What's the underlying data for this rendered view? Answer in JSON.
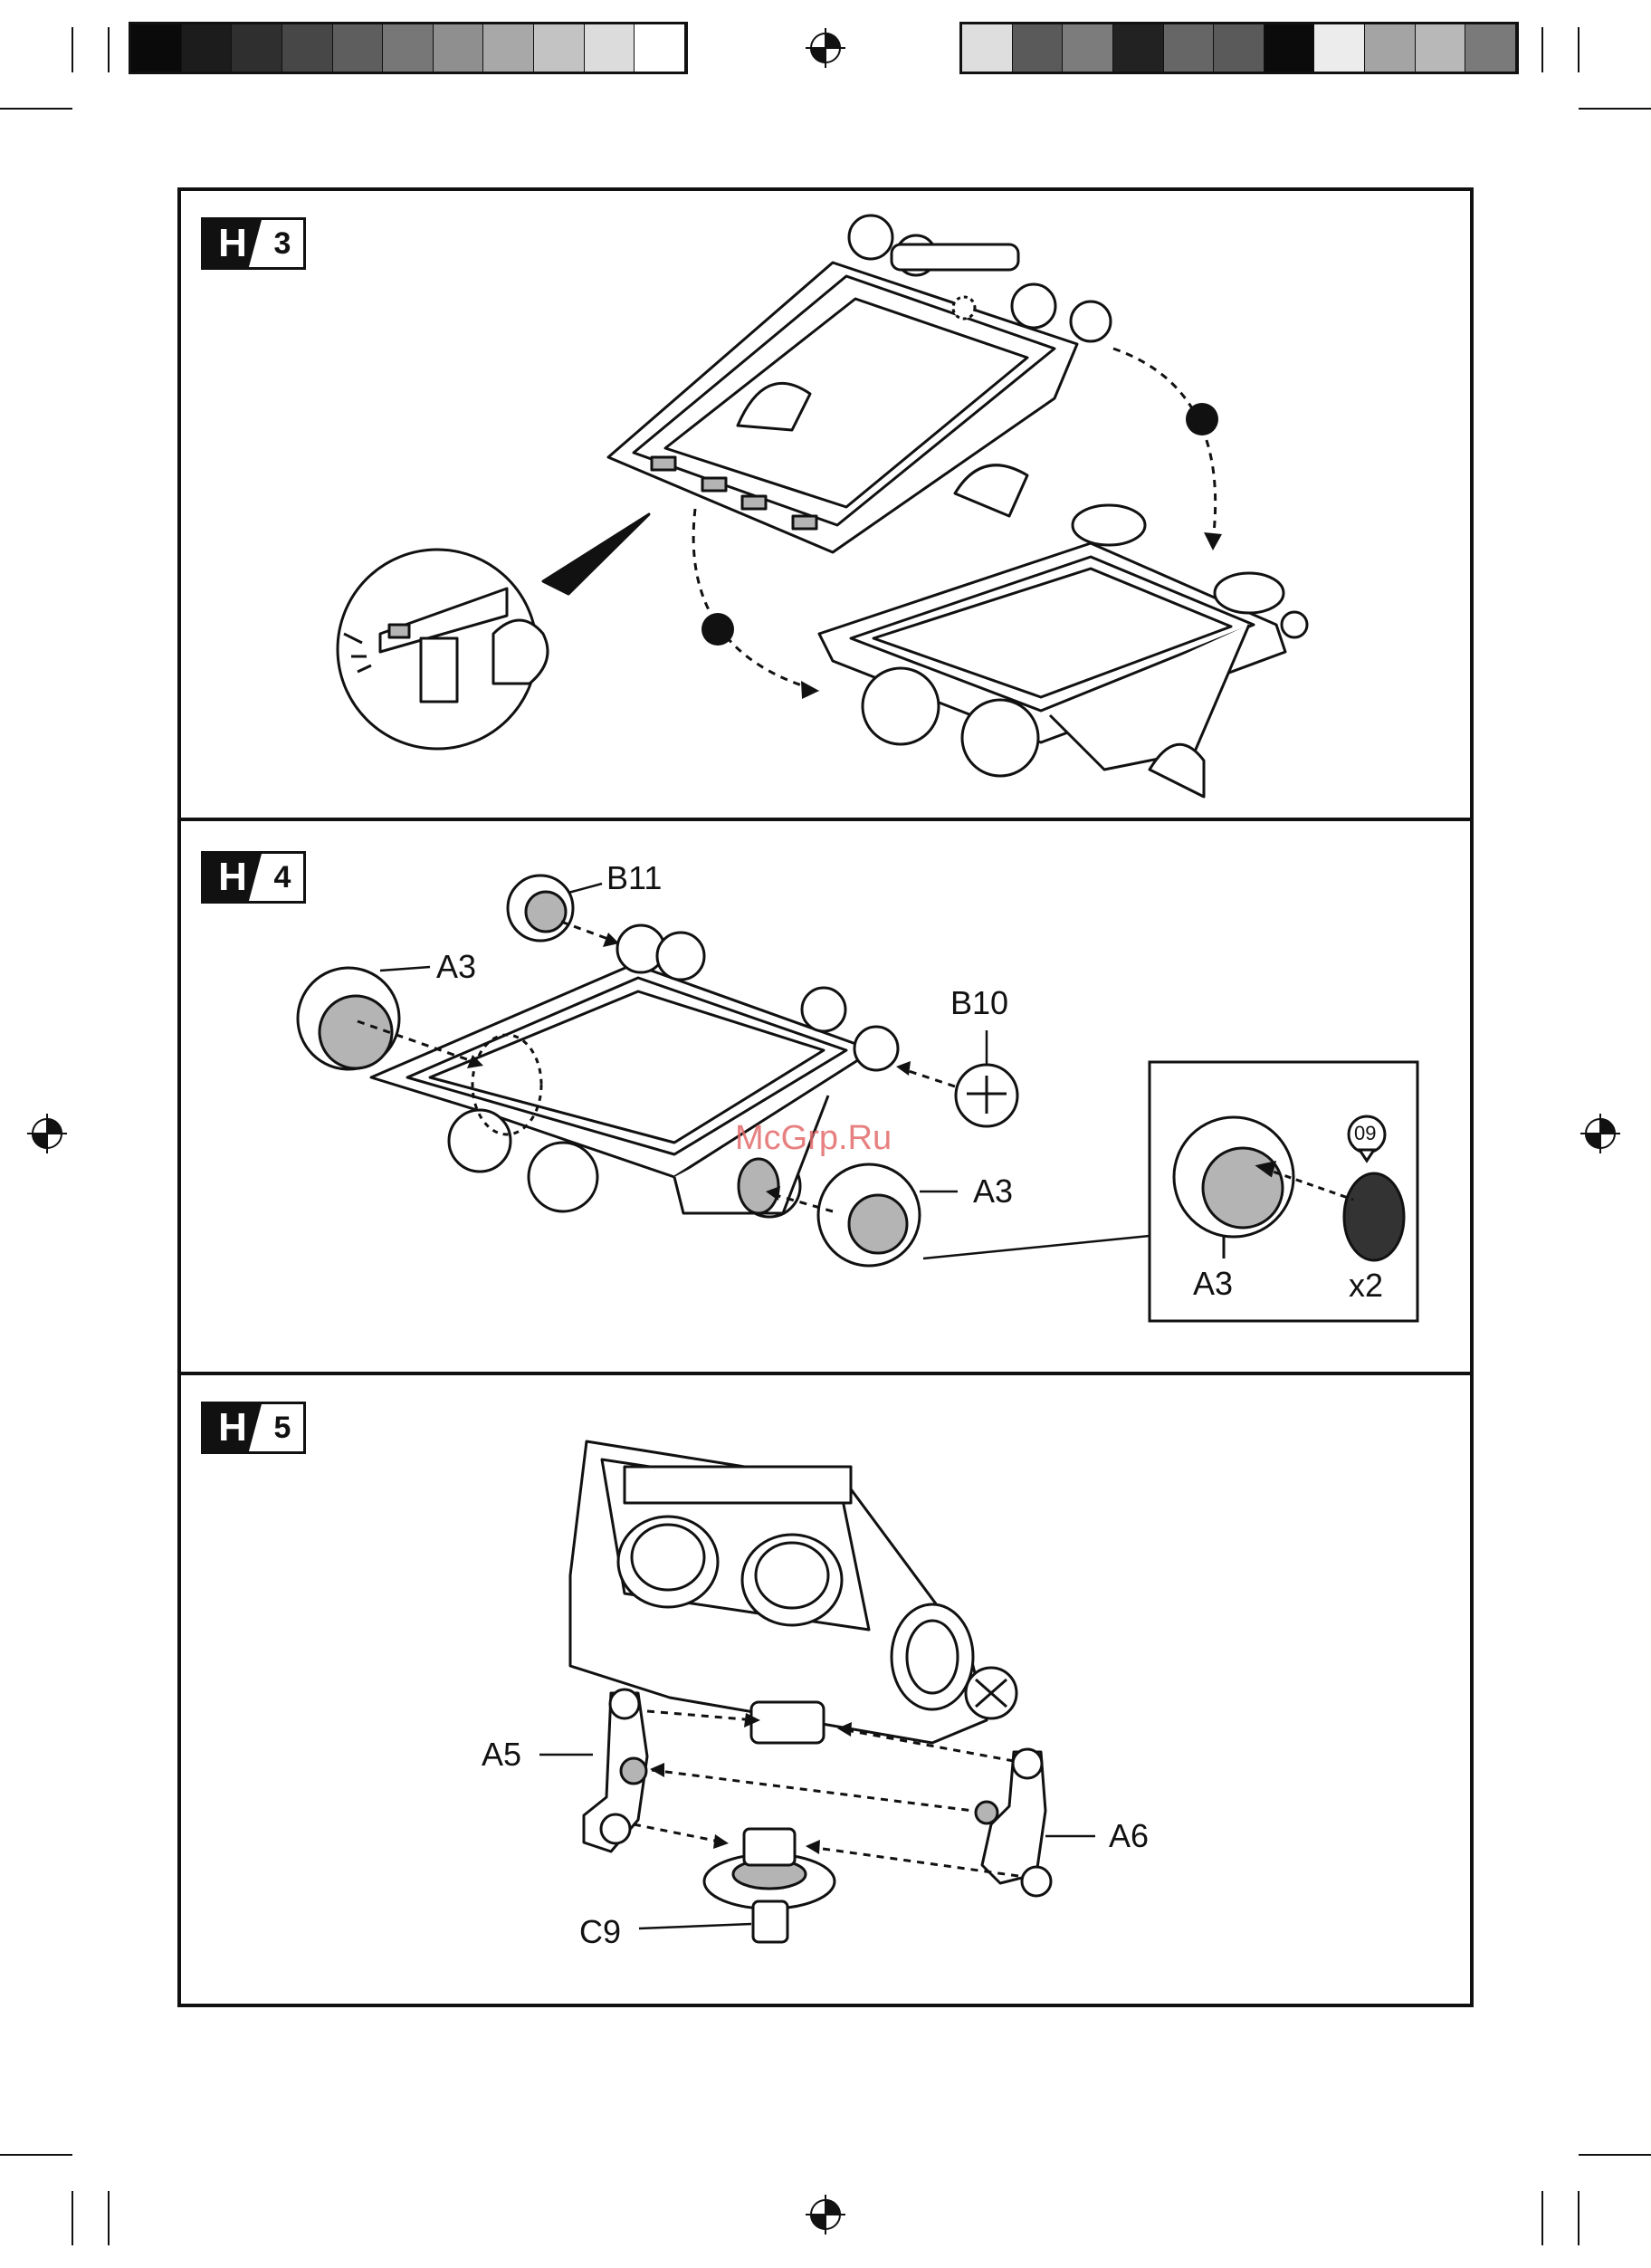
{
  "print_marks": {
    "left_swatches": [
      "#0a0a0a",
      "#1c1c1c",
      "#2f2f2f",
      "#474747",
      "#5e5e5e",
      "#777777",
      "#8f8f8f",
      "#a8a8a8",
      "#c3c3c3",
      "#dcdcdc",
      "#ffffff"
    ],
    "right_swatches": [
      "#dedede",
      "#5a5a5a",
      "#7c7c7c",
      "#222222",
      "#666666",
      "#5a5a5a",
      "#0b0b0b",
      "#ececec",
      "#a4a4a4",
      "#b8b8b8",
      "#7a7a7a"
    ]
  },
  "steps": [
    {
      "letter": "H",
      "number": "3",
      "callouts": [
        "❶",
        "❷"
      ]
    },
    {
      "letter": "H",
      "number": "4",
      "labels": {
        "b11": "B11",
        "a3_left": "A3",
        "b10": "B10",
        "a3_right": "A3",
        "inset_a3": "A3",
        "inset_sticker": "09",
        "inset_qty": "x2"
      }
    },
    {
      "letter": "H",
      "number": "5",
      "labels": {
        "a5": "A5",
        "a6": "A6",
        "c9": "C9"
      }
    }
  ],
  "watermark": "McGrp.Ru",
  "colors": {
    "ink": "#111111",
    "part_fill": "#ffffff",
    "grey_fill": "#b4b4b4",
    "sticker_fill": "#333333",
    "watermark": "#e36a6a"
  }
}
